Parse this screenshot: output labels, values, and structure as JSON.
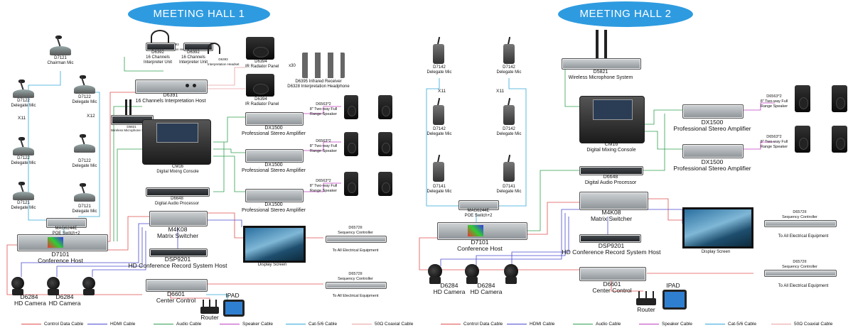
{
  "halls": [
    {
      "title": "MEETING HALL 1"
    },
    {
      "title": "MEETING HALL 2"
    }
  ],
  "hall1": {
    "chairman": [
      "D7121",
      "Chairman Mic"
    ],
    "delegates_left": [
      [
        "D7122",
        "Delegate Mic"
      ],
      [
        "D7122",
        "Delegate Mic"
      ],
      [
        "D7121",
        "Delegate Mic"
      ]
    ],
    "delegates_right": [
      [
        "D7122",
        "Delegate Mic"
      ],
      [
        "D7122",
        "Delegate Mic"
      ],
      [
        "D7121",
        "Delegate Mic"
      ]
    ],
    "x_left": "X11",
    "x_right": "X12",
    "poe": [
      "MAG6244E",
      "POE Switch+2"
    ],
    "host": [
      "D7101",
      "Conference Host"
    ],
    "interp_unit_1": [
      "D6392",
      "16 Channels",
      "Interpreter Unit"
    ],
    "interp_unit_2": [
      "D6392",
      "16 Channels",
      "Interpreter Unit"
    ],
    "interp_headset_1": [
      "D6393",
      "Interpretation Headset"
    ],
    "interp_headset_2": [
      "D6393",
      "Interpretation Headset"
    ],
    "interp_host": [
      "D6391",
      "16 Channels Interpretation Host"
    ],
    "ir_panel_1": [
      "D6394",
      "IR Radiator Panel"
    ],
    "ir_panel_2": [
      "D6394",
      "IR Radiator Panel"
    ],
    "receiver_count": "x30",
    "receiver": [
      "D6395 Infrared Receiver",
      "D6328 Interpretation Headphone"
    ],
    "wireless_mic": [
      "D5821",
      "Wireless Microphone System"
    ],
    "mixer": [
      "CM16",
      "Digital Mixing Console"
    ],
    "amps": [
      [
        "DX1500",
        "Professional Stereo Amplifier"
      ],
      [
        "DX1500",
        "Professional Stereo Amplifier"
      ],
      [
        "DX1500",
        "Professional Stereo Amplifier"
      ]
    ],
    "speaker_labels": [
      [
        "D6563*2",
        "8\" Two-way Full",
        "Range Speaker"
      ],
      [
        "D6563*2",
        "8\" Two-way Full",
        "Range Speaker"
      ],
      [
        "D6563*2",
        "8\" Two-way Full",
        "Range Speaker"
      ]
    ],
    "processor": [
      "D6648",
      "Digital Audio Processor"
    ],
    "matrix": [
      "M4K08",
      "Matrix Switcher"
    ],
    "recorder": [
      "DSP9201",
      "HD Conference Record System Host"
    ],
    "display": "Display Screen",
    "seq_1": [
      "D6572II",
      "Sequency Controller",
      "To All Electrical Equipment"
    ],
    "seq_2": [
      "D6572II",
      "Sequency Controller",
      "To All Electrical Equipment"
    ],
    "cameras": [
      [
        "D6284",
        "HD  Camera"
      ],
      [
        "D6284",
        "HD  Camera"
      ]
    ],
    "center_control": [
      "D6601",
      "Center Control"
    ],
    "router": "Router",
    "ipad": "IPAD"
  },
  "hall2": {
    "delegates_left": [
      [
        "D7142",
        "Delegate Mic"
      ],
      [
        "D7142",
        "Delegate Mic"
      ],
      [
        "D7141",
        "Delegate Mic"
      ]
    ],
    "delegates_right": [
      [
        "D7142",
        "Delegate Mic"
      ],
      [
        "D7142",
        "Delegate Mic"
      ],
      [
        "D7141",
        "Delegate Mic"
      ]
    ],
    "x_left": "X11",
    "x_right": "X11",
    "wireless_mic": [
      "D5821",
      "Wireless Microphone System"
    ],
    "mixer": [
      "CM16",
      "Digital Mixing Console"
    ],
    "amps": [
      [
        "DX1500",
        "Professional Stereo Amplifier"
      ],
      [
        "DX1500",
        "Professional Stereo Amplifier"
      ]
    ],
    "speaker_labels": [
      [
        "D6563*2",
        "8\" Two-way Full",
        "Range Speaker"
      ],
      [
        "D6563*2",
        "8\" Two-way Full",
        "Range Speaker"
      ]
    ],
    "processor": [
      "D6648",
      "Digital Audio Processor"
    ],
    "poe": [
      "MAG6244E",
      "POE Switch+2"
    ],
    "host": [
      "D7101",
      "Conference Host"
    ],
    "matrix": [
      "M4K08",
      "Matrix Switcher"
    ],
    "recorder": [
      "DSP9201",
      "HD Conference Record System Host"
    ],
    "display": "Display Screen",
    "seq_1": [
      "D6572II",
      "Sequency Controller",
      "To All Electrical Equipment"
    ],
    "seq_2": [
      "D6572II",
      "Sequency Controller",
      "To All Electrical Equipment"
    ],
    "cameras": [
      [
        "D6284",
        "HD  Camera"
      ],
      [
        "D6284",
        "HD  Camera"
      ]
    ],
    "center_control": [
      "D6601",
      "Center Control"
    ],
    "router": "Router",
    "ipad": "IPAD"
  },
  "legend": [
    {
      "label": "Control Data Cable",
      "color": "#e05050"
    },
    {
      "label": "HDMI Cable",
      "color": "#4a4ad0"
    },
    {
      "label": "Audio Cable",
      "color": "#30a050"
    },
    {
      "label": "Speaker Cable",
      "color": "#c040c0"
    },
    {
      "label": "Cat-5/6 Cable",
      "color": "#30a8d8"
    },
    {
      "label": "50Ω Coaxial Cable",
      "color": "#e8a0a0"
    }
  ],
  "colors": {
    "hall_banner": "#2e9be0"
  }
}
